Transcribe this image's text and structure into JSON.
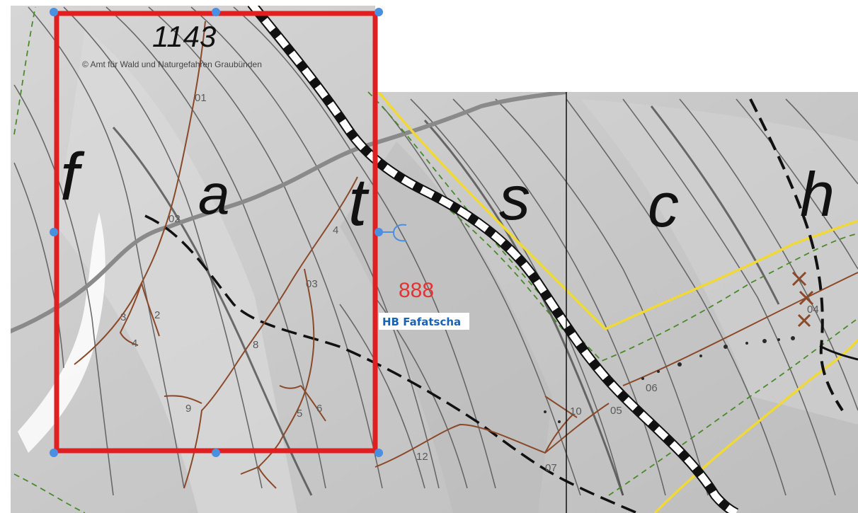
{
  "map": {
    "copyright": "© Amt für Wald und Naturgefahren Graubünden",
    "elevation_top": "1143",
    "elevation_point": "888",
    "place_label": "HB Fafatscha",
    "letters": [
      "f",
      "a",
      "t",
      "s",
      "c",
      "h"
    ],
    "trail_numbers": [
      "01",
      "02",
      "03",
      "4",
      "3",
      "2",
      "4",
      "8",
      "9",
      "5",
      "6",
      "12",
      "07",
      "10",
      "05",
      "06",
      "04"
    ],
    "resize_handle_glyph": "-C"
  },
  "colors": {
    "frame": "#e02020",
    "handles": "#4a8fe0",
    "forest_road": "#8a4a2a",
    "boundary": "#f0d838",
    "dashed_green": "#4a8a2a",
    "elevation_label": "#e23434",
    "place_label": "#1b62b5"
  },
  "icons": {
    "resize_handle": "circle-handle-icon",
    "edit_handle": "arrow-c-icon"
  }
}
